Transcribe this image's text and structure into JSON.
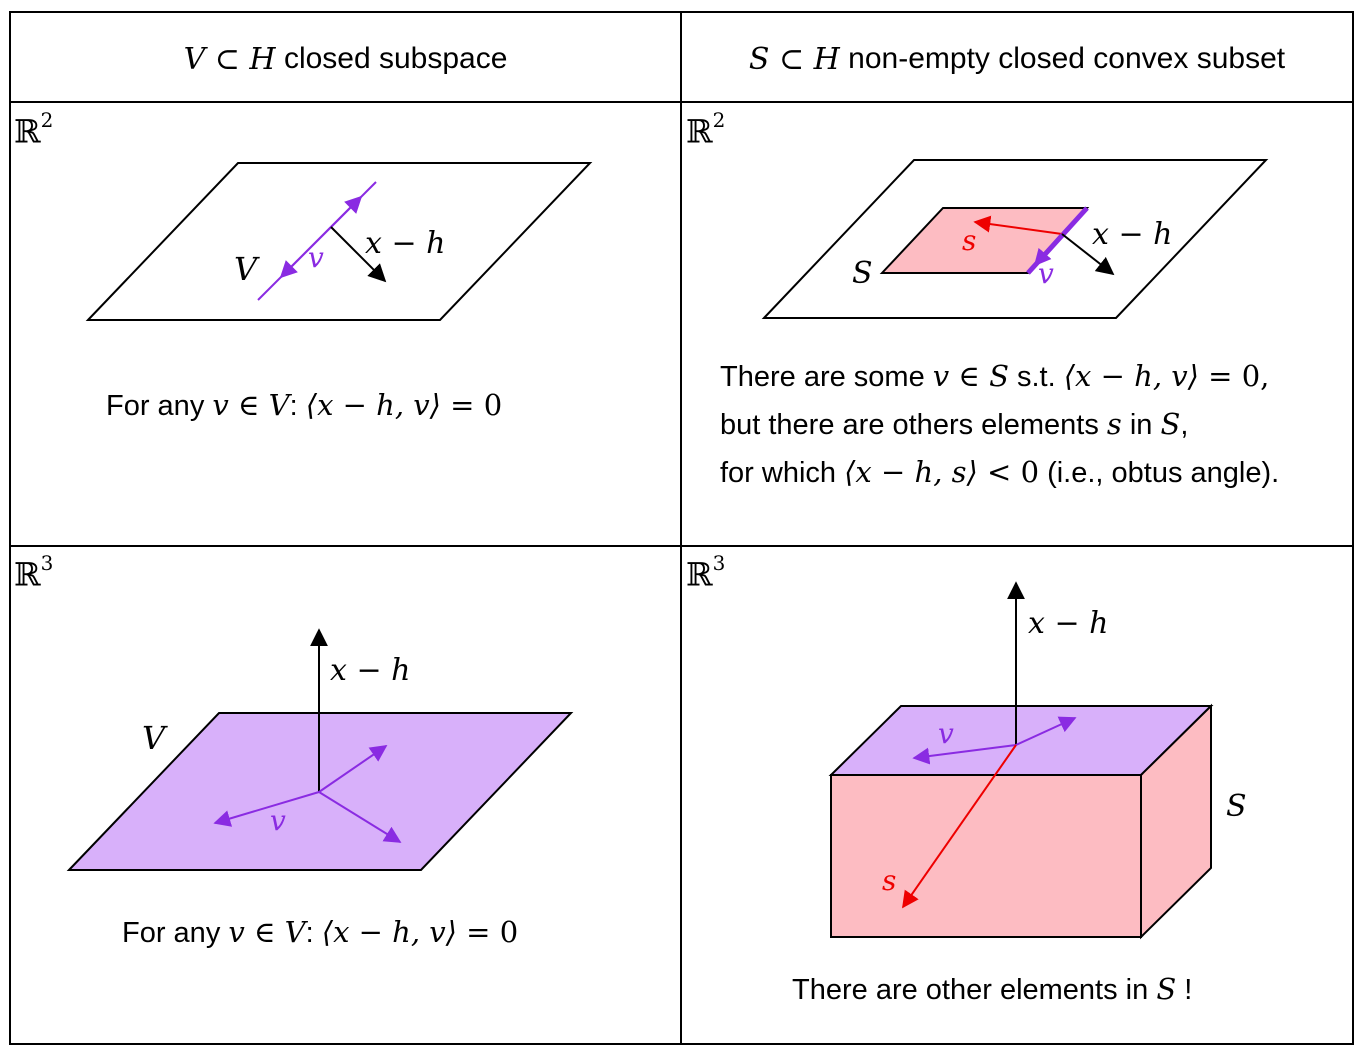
{
  "header": {
    "left": {
      "math": "V ⊂ H",
      "text": " closed subspace"
    },
    "right": {
      "math": "S ⊂ H",
      "text": " non-empty closed convex subset"
    }
  },
  "rows": [
    {
      "space": "ℝ",
      "dim": "2"
    },
    {
      "space": "ℝ",
      "dim": "3"
    }
  ],
  "panels": {
    "r2_subspace": {
      "labels": {
        "set": "V",
        "v": "v",
        "xh": "x − h"
      },
      "caption": {
        "pre": "For any ",
        "v": "v",
        "in": " ∈ ",
        "set": "V",
        "colon": ": ",
        "formula": "⟨x − h, v⟩",
        "eq": " = 0"
      }
    },
    "r2_convex": {
      "labels": {
        "set": "S",
        "s": "s",
        "v": "v",
        "xh": "x − h"
      },
      "caption": {
        "line1": {
          "pre": "There are some ",
          "v": "v",
          "in": " ∈ ",
          "set": "S",
          "st": " s.t. ",
          "formula": "⟨x − h, v⟩",
          "eq": " = 0,"
        },
        "line2": {
          "pre": "but there are others elements ",
          "s": "s",
          "in": " in ",
          "set": "S",
          "post": ","
        },
        "line3": {
          "pre": "for which ",
          "formula": "⟨x − h, s⟩",
          "lt": " < 0",
          "post": " (i.e., obtus angle)."
        }
      }
    },
    "r3_subspace": {
      "labels": {
        "set": "V",
        "v": "v",
        "xh": "x − h"
      },
      "caption": {
        "pre": "For any ",
        "v": "v",
        "in": " ∈ ",
        "set": "V",
        "colon": ": ",
        "formula": "⟨x − h, v⟩",
        "eq": " = 0"
      }
    },
    "r3_convex": {
      "labels": {
        "set": "S",
        "s": "s",
        "v": "v",
        "xh": "x − h"
      },
      "caption": {
        "pre": "There are other elements in ",
        "set": "S",
        "post": " !"
      }
    }
  },
  "colors": {
    "purple": "#8a2be2",
    "purple_fill": "#d8b0fa",
    "red": "#ee0000",
    "pink_fill": "#fdbcc2",
    "black": "#000000"
  }
}
